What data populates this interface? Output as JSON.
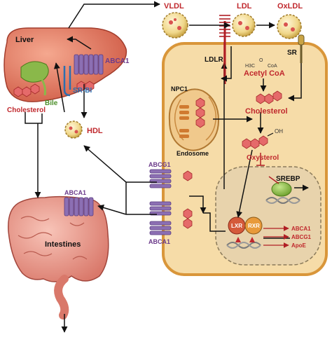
{
  "diagram": {
    "labels": {
      "vldl": "VLDL",
      "ldl": "LDL",
      "oxldl": "OxLDL",
      "liver": "Liver",
      "abca1_liver": "ABCA1",
      "bile": "Bile",
      "srbi": "SR-BI",
      "cholesterol_liver": "Cholesterol",
      "hdl": "HDL",
      "ldlr": "LDLR",
      "acetyl_coa": "Acetyl CoA",
      "sr": "SR",
      "npc1": "NPC1",
      "cholesterol_cell": "Cholesterol",
      "endosome": "Endosome",
      "oh": "OH",
      "oxysterol": "Oxysterol",
      "srebp": "SREBP",
      "abcg1_top": "ABCG1",
      "abca1_cell": "ABCA1",
      "abca1_intestine": "ABCA1",
      "intestines": "Intestines",
      "lxr": "LXR",
      "rxr": "RXR",
      "target_abca1": "ABCA1",
      "target_abcg1": "ABCG1",
      "target_apoe": "ApoE",
      "h3c": "H3C",
      "coa": "CoA",
      "o": "O"
    },
    "colors": {
      "red_text": "#c0282d",
      "purple_text": "#6b3a8a",
      "blue_text": "#2a6fb0",
      "green_text": "#4c8f2a",
      "cell_fill": "#f6dca8",
      "cell_stroke": "#d9963a",
      "nucleus_fill": "#e8d3ac",
      "liver_fill": "#e8836b",
      "intestine_fill": "#f0a598",
      "transporter": "#8c6fb3"
    }
  }
}
